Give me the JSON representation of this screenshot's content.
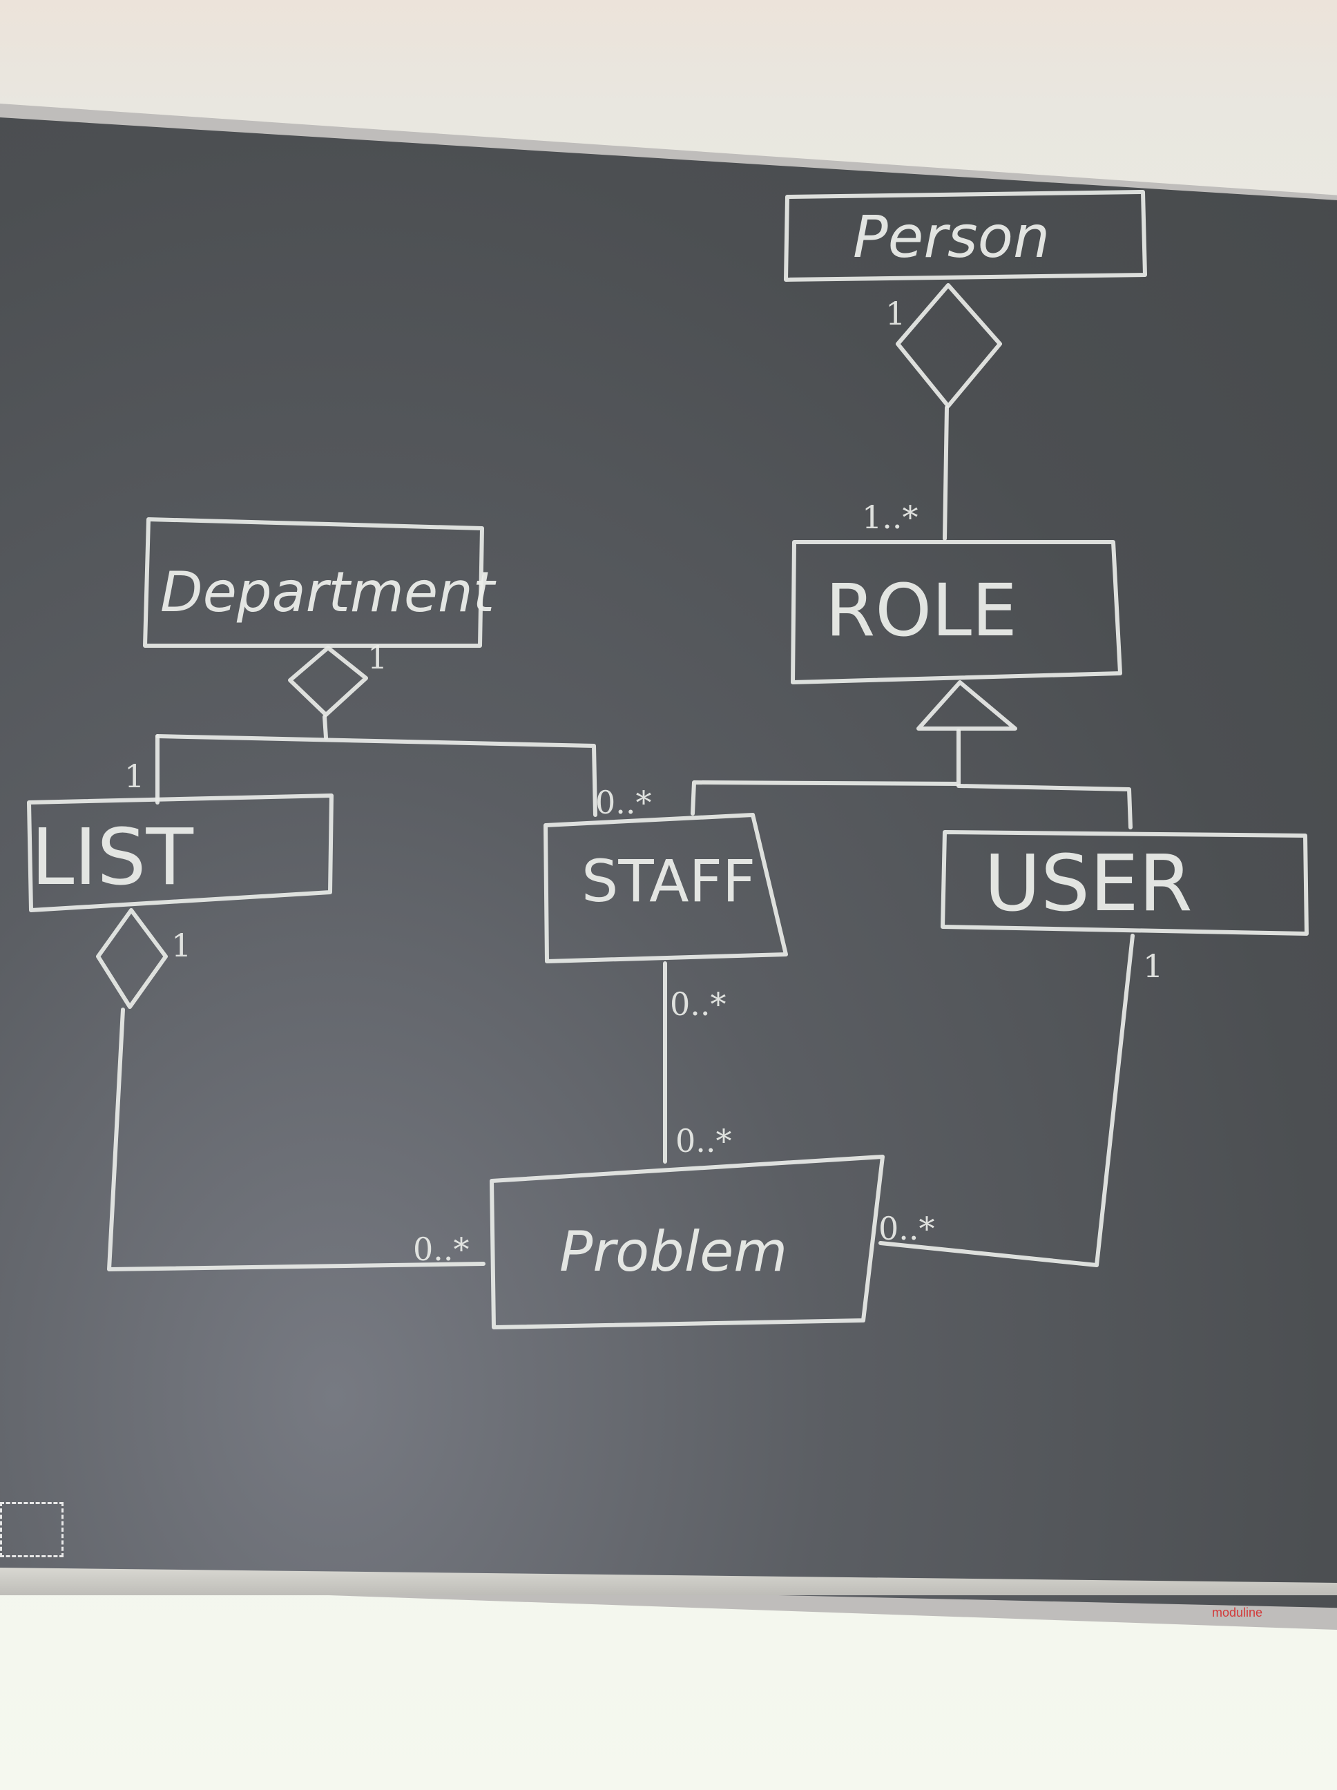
{
  "diagram": {
    "classes": {
      "person": "Person",
      "role": "ROLE",
      "department": "Department",
      "list": "LIST",
      "staff": "STAFF",
      "user": "USER",
      "problem": "Problem"
    },
    "multiplicities": {
      "person_role_person_end": "1",
      "person_role_role_end": "1..*",
      "department_end": "1",
      "department_list_list_end": "1",
      "department_staff_staff_end": "0..*",
      "list_problem_list_end": "1",
      "list_problem_problem_end": "0..*",
      "staff_problem_staff_end": "0..*",
      "staff_problem_problem_end": "0..*",
      "user_problem_user_end": "1",
      "user_problem_problem_end": "0..*"
    },
    "board_brand": "moduline"
  }
}
